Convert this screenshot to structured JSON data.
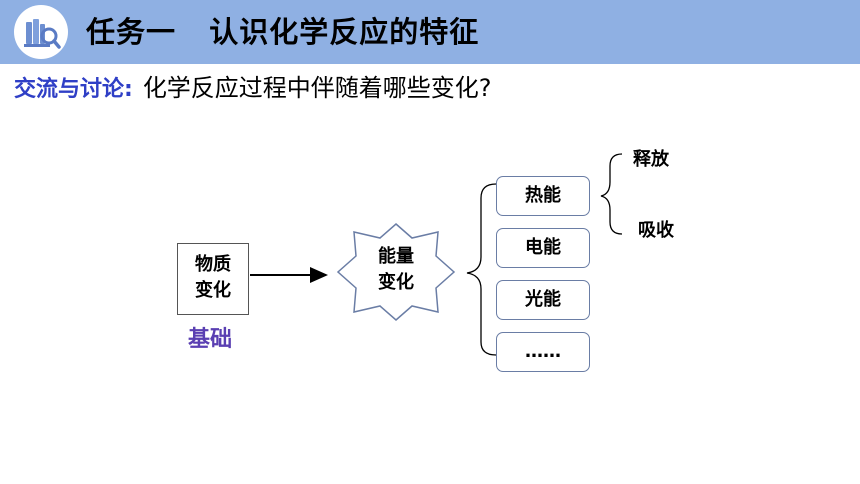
{
  "header": {
    "title": "任务一   认识化学反应的特征",
    "logo_icon": "books-magnifier-icon"
  },
  "discussion": {
    "label": "交流与讨论:",
    "question": "化学反应过程中伴随着哪些变化?"
  },
  "diagram": {
    "matter_change": [
      "物质",
      "变化"
    ],
    "basis_label": "基础",
    "energy_change": [
      "能量",
      "变化"
    ],
    "energy_types": [
      "热能",
      "电能",
      "光能",
      "……"
    ],
    "heat_branches": [
      "释放",
      "吸收"
    ]
  },
  "colors": {
    "header_bg": "#8fb0e3",
    "label_color": "#2f3fc6",
    "basis_color": "#5a3fb2"
  }
}
